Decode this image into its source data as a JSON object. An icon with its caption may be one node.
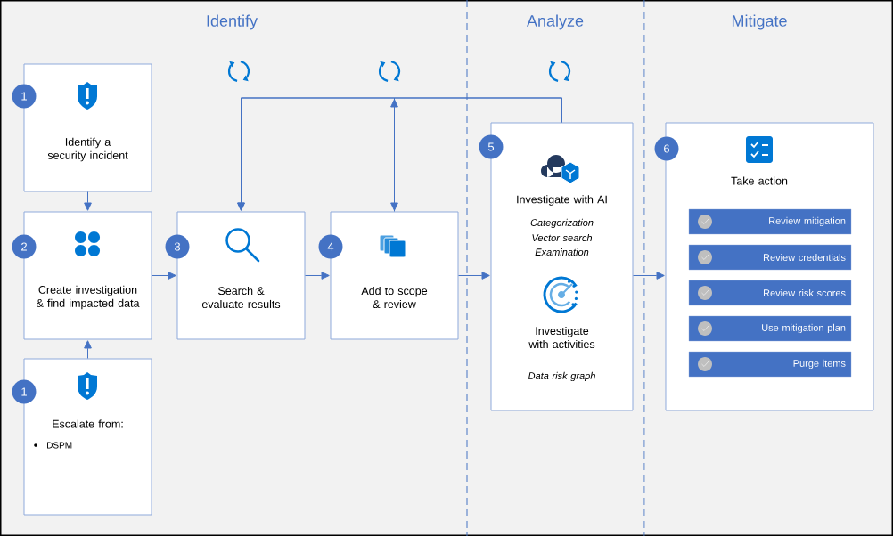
{
  "diagram": {
    "nodes": [
      {
        "text": [
          "Identify a security incident"
        ],
        "beside": [
          "1"
        ]
      },
      {
        "text": [
          "Create investigation & find impacted data"
        ],
        "beside": [
          "2"
        ]
      },
      {
        "text": [
          "Escalate from:",
          "DSPM"
        ],
        "beside": [
          "1"
        ]
      },
      {
        "text": [
          "Search & evaluate results"
        ],
        "beside": [
          "3"
        ]
      },
      {
        "text": [
          "Add to scope & review"
        ],
        "beside": [
          "4"
        ]
      },
      {
        "text": [
          "Investigate with AI",
          "Categorization",
          "Vector search",
          "Examination",
          "Investigate with activities",
          "Data risk graph"
        ],
        "beside": [
          "5"
        ]
      },
      {
        "text": [
          "Take action"
        ],
        "beside": [
          "6"
        ]
      },
      {
        "text": [
          "Review mitigation"
        ],
        "in": 6
      },
      {
        "text": [
          "Review credentials"
        ],
        "in": 6
      },
      {
        "text": [
          "Review risk scores"
        ],
        "in": 6
      },
      {
        "text": [
          "Use mitigation plan"
        ],
        "in": 6
      },
      {
        "text": [
          "Purge items"
        ],
        "in": 6
      }
    ],
    "edges": [
      {
        "from": 0,
        "to": 1,
        "arrow": "to"
      },
      {
        "from": 2,
        "to": 1,
        "arrow": "to"
      },
      {
        "from": 1,
        "to": 3,
        "arrow": "to"
      },
      {
        "from": 3,
        "to": 4,
        "arrow": "to"
      },
      {
        "from": 4,
        "to": 5,
        "arrow": "to"
      },
      {
        "from": 5,
        "to": 6,
        "arrow": "to"
      },
      {
        "from": 5,
        "to": 3,
        "arrow": "to"
      },
      {
        "from": 5,
        "to": 4,
        "arrow": "to"
      },
      {
        "from": 4,
        "to": 3,
        "arrow": "to"
      }
    ],
    "labels": [
      "Identify",
      "Analyze",
      "Mitigate"
    ]
  }
}
